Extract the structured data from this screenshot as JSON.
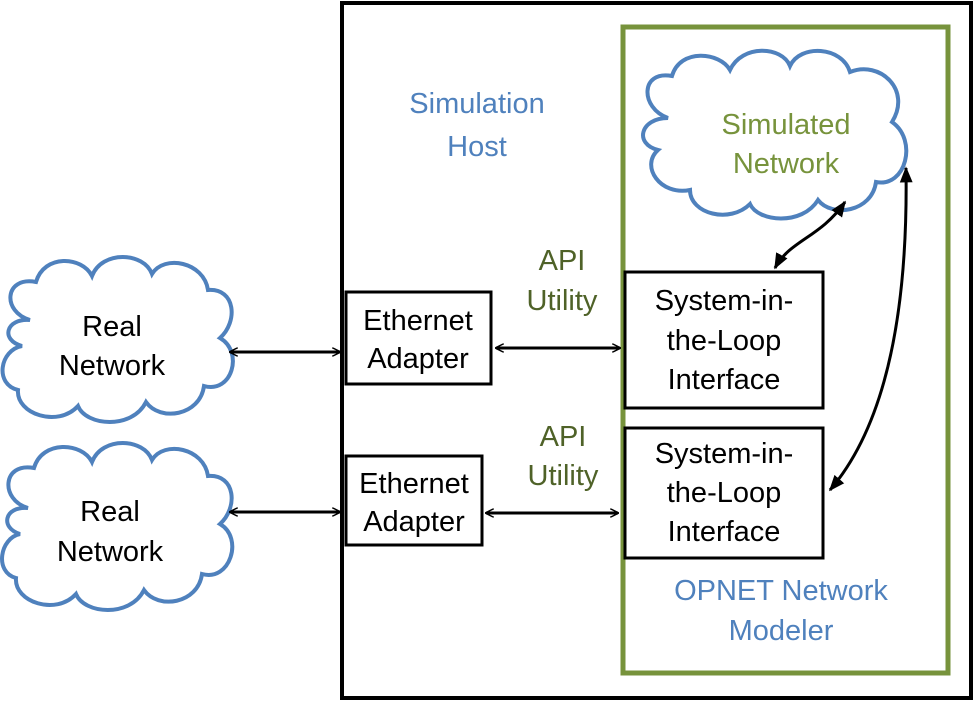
{
  "colors": {
    "black": "#000000",
    "blue_text": "#4f81bd",
    "green_text": "#77933c",
    "olive_text": "#4f6228",
    "green_border": "#77933c",
    "cloud_border": "#4f81bd"
  },
  "host": {
    "line1": "Simulation",
    "line2": "Host"
  },
  "simulated_network": {
    "line1": "Simulated",
    "line2": "Network"
  },
  "real_network_1": {
    "line1": "Real",
    "line2": "Network"
  },
  "real_network_2": {
    "line1": "Real",
    "line2": "Network"
  },
  "ethernet_1": {
    "line1": "Ethernet",
    "line2": "Adapter"
  },
  "ethernet_2": {
    "line1": "Ethernet",
    "line2": "Adapter"
  },
  "api_1": {
    "line1": "API",
    "line2": "Utility"
  },
  "api_2": {
    "line1": "API",
    "line2": "Utility"
  },
  "sil_1": {
    "line1": "System-in-",
    "line2": "the-Loop",
    "line3": "Interface"
  },
  "sil_2": {
    "line1": "System-in-",
    "line2": "the-Loop",
    "line3": "Interface"
  },
  "opnet": {
    "line1": "OPNET Network",
    "line2": "Modeler"
  }
}
